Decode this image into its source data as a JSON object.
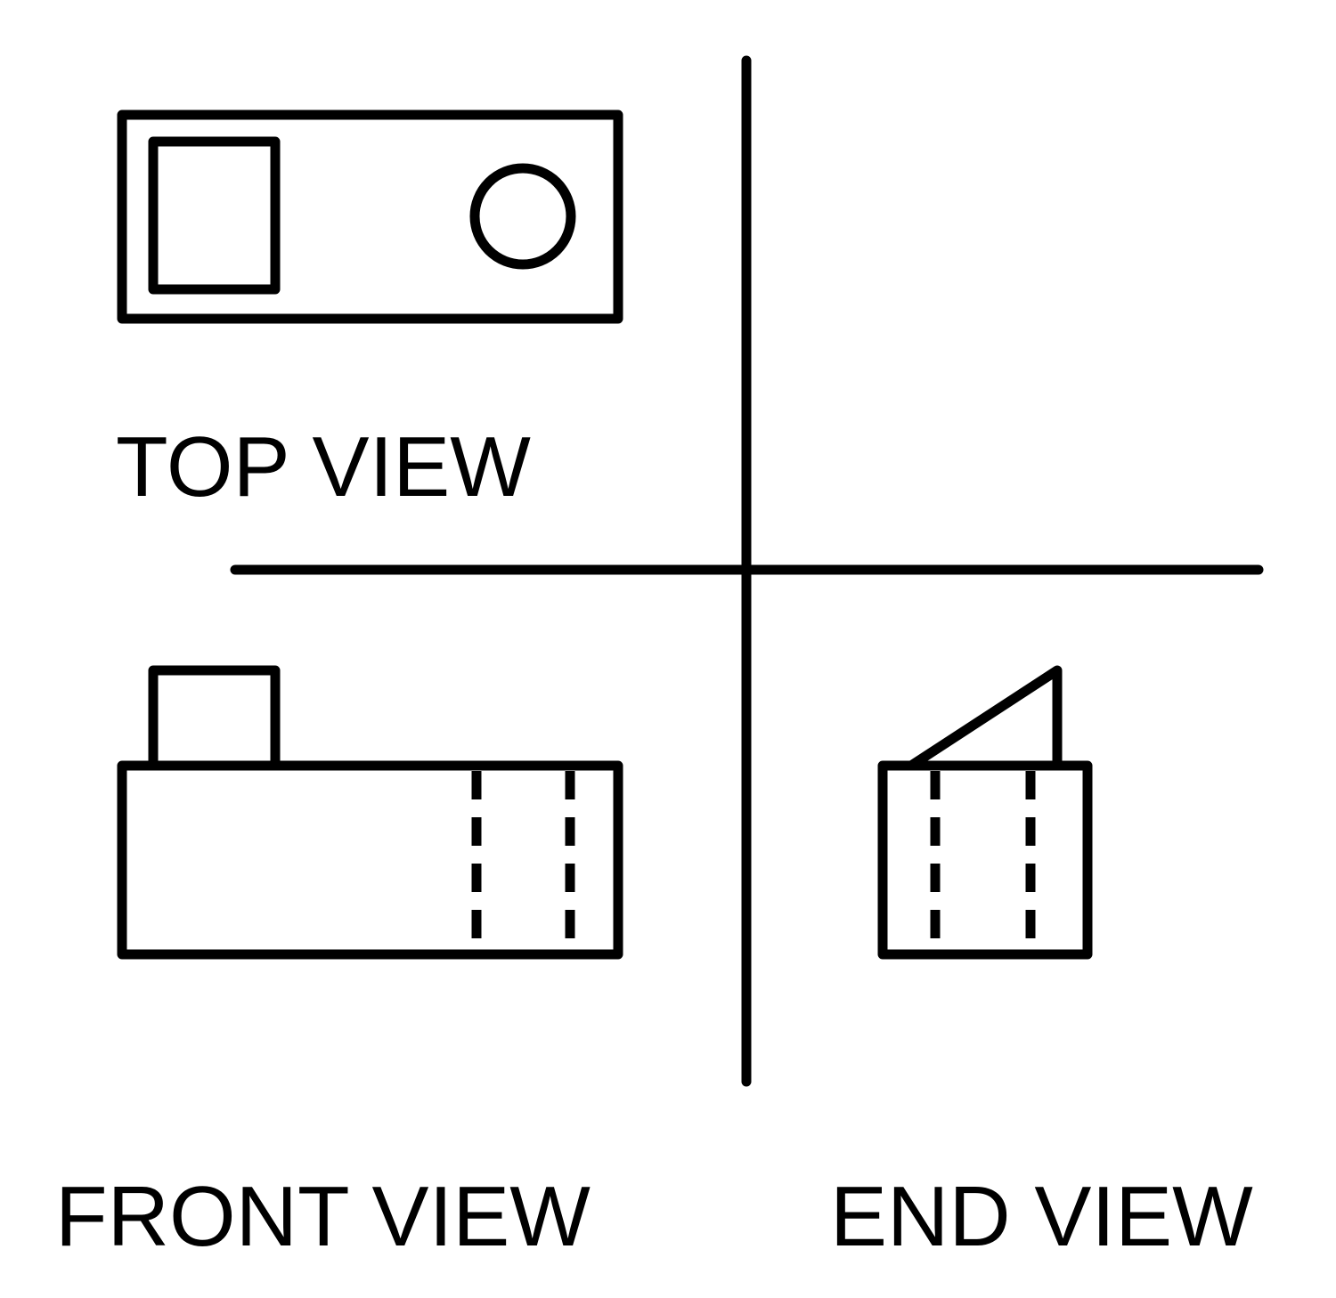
{
  "labels": {
    "top_view": "TOP VIEW",
    "front_view": "FRONT VIEW",
    "end_view": "END VIEW"
  },
  "colors": {
    "line": "#000000",
    "background": "#ffffff"
  }
}
